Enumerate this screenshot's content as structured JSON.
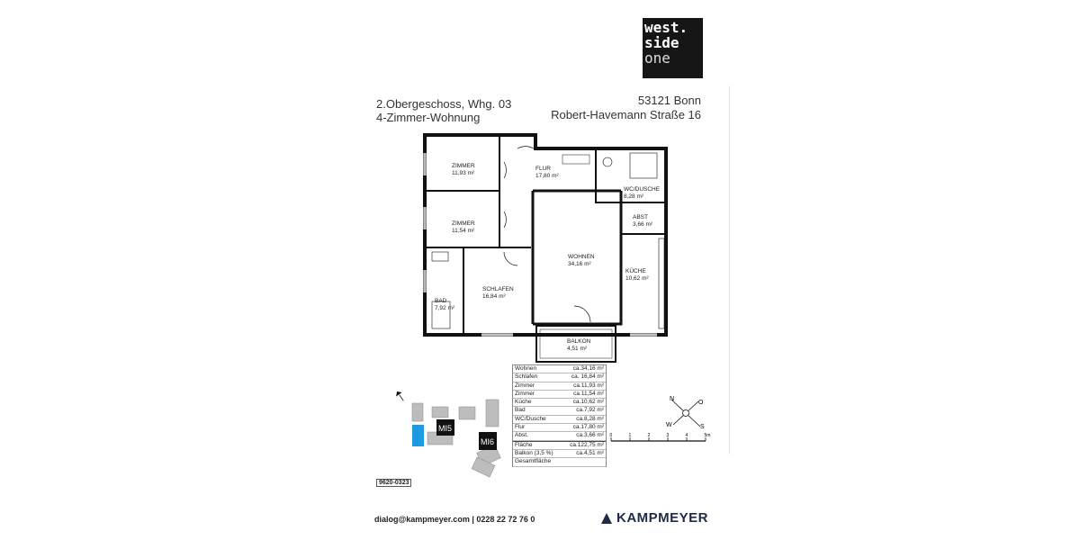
{
  "logo": {
    "line1": "west.",
    "line2": "side",
    "line3": "one"
  },
  "header": {
    "unit": "2.Obergeschoss, Whg. 03",
    "type": "4-Zimmer-Wohnung",
    "city": "53121 Bonn",
    "street": "Robert-Havemann Straße 16"
  },
  "rooms": {
    "zimmer1": {
      "name": "ZIMMER",
      "area": "11,93 m²"
    },
    "zimmer2": {
      "name": "ZIMMER",
      "area": "11,54 m²"
    },
    "flur": {
      "name": "FLUR",
      "area": "17,80 m²"
    },
    "wc": {
      "name": "WC/DUSCHE",
      "area": "8,28 m²"
    },
    "abst": {
      "name": "ABST",
      "area": "3,66 m²"
    },
    "wohnen": {
      "name": "WOHNEN",
      "area": "34,16 m²"
    },
    "kueche": {
      "name": "KÜCHE",
      "area": "10,62 m²"
    },
    "schlafen": {
      "name": "SCHLAFEN",
      "area": "16,84 m²"
    },
    "bad": {
      "name": "BAD",
      "area": "7,92 m²"
    },
    "balkon": {
      "name": "BALKON",
      "area": "4,51 m²"
    }
  },
  "area_table": [
    {
      "label": "Wohnen",
      "value": "ca.34,16 m²"
    },
    {
      "label": "Schlafen",
      "value": "ca. 16,84 m²"
    },
    {
      "label": "Zimmer",
      "value": "ca.11,93 m²"
    },
    {
      "label": "Zimmer",
      "value": "ca.11,54 m²"
    },
    {
      "label": "Küche",
      "value": "ca.10,62 m²"
    },
    {
      "label": "Bad",
      "value": "ca.7,92 m²"
    },
    {
      "label": "WC/Dusche",
      "value": "ca.8,28 m²"
    },
    {
      "label": "Flur",
      "value": "ca.17,80 m²"
    },
    {
      "label": "Abst.",
      "value": "ca.3,66 m²"
    },
    {
      "label": "Fläche",
      "value": "ca.122,75 m²"
    },
    {
      "label": "Balkon (3,5 %)",
      "value": "ca.4,51 m²"
    },
    {
      "label": "Gesamtfläche",
      "value": ""
    }
  ],
  "key_map": {
    "building1": "MI5",
    "building2": "MI6",
    "highlight_color": "#1e9be0"
  },
  "compass": {
    "n": "N",
    "o": "O",
    "s": "S",
    "w": "W"
  },
  "scale": {
    "ticks": [
      "0",
      "1",
      "2",
      "3",
      "4",
      "5m"
    ]
  },
  "plan_code": "9620-0323",
  "footer": {
    "contact": "dialog@kampmeyer.com  |  0228 22 72 76 0",
    "brand": "KAMPMEYER",
    "brand_color": "#1f2a44"
  }
}
